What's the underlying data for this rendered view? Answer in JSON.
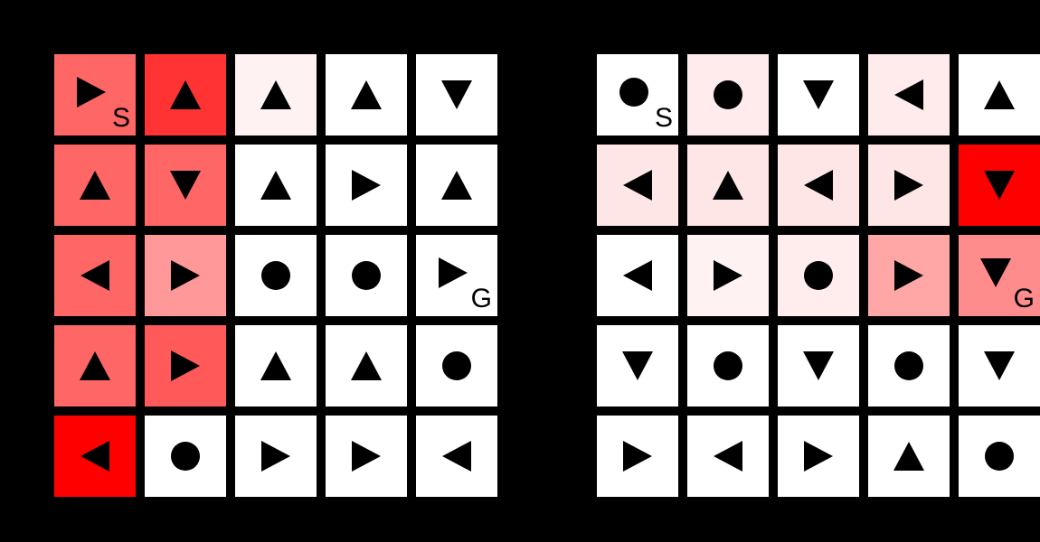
{
  "boards": [
    {
      "id": "left",
      "cells": [
        [
          {
            "action": "right",
            "value": 0.6,
            "label": "S"
          },
          {
            "action": "up",
            "value": 0.8
          },
          {
            "action": "up",
            "value": 0.05
          },
          {
            "action": "up",
            "value": 0
          },
          {
            "action": "down",
            "value": 0
          }
        ],
        [
          {
            "action": "up",
            "value": 0.6
          },
          {
            "action": "down",
            "value": 0.6
          },
          {
            "action": "up",
            "value": 0
          },
          {
            "action": "right",
            "value": 0
          },
          {
            "action": "up",
            "value": 0
          }
        ],
        [
          {
            "action": "left",
            "value": 0.6
          },
          {
            "action": "right",
            "value": 0.4
          },
          {
            "action": "stay",
            "value": 0
          },
          {
            "action": "stay",
            "value": 0
          },
          {
            "action": "right",
            "value": 0,
            "label": "G"
          }
        ],
        [
          {
            "action": "up",
            "value": 0.6
          },
          {
            "action": "right",
            "value": 0.65
          },
          {
            "action": "up",
            "value": 0
          },
          {
            "action": "up",
            "value": 0
          },
          {
            "action": "stay",
            "value": 0
          }
        ],
        [
          {
            "action": "left",
            "value": 1.0
          },
          {
            "action": "stay",
            "value": 0
          },
          {
            "action": "right",
            "value": 0
          },
          {
            "action": "right",
            "value": 0
          },
          {
            "action": "left",
            "value": 0
          }
        ]
      ]
    },
    {
      "id": "right",
      "cells": [
        [
          {
            "action": "stay",
            "value": 0,
            "label": "S"
          },
          {
            "action": "stay",
            "value": 0.08
          },
          {
            "action": "down",
            "value": 0
          },
          {
            "action": "left",
            "value": 0.08
          },
          {
            "action": "up",
            "value": 0
          }
        ],
        [
          {
            "action": "left",
            "value": 0.1
          },
          {
            "action": "up",
            "value": 0.1
          },
          {
            "action": "left",
            "value": 0.1
          },
          {
            "action": "right",
            "value": 0.1
          },
          {
            "action": "down",
            "value": 1.0
          }
        ],
        [
          {
            "action": "left",
            "value": 0
          },
          {
            "action": "right",
            "value": 0.05
          },
          {
            "action": "stay",
            "value": 0.07
          },
          {
            "action": "right",
            "value": 0.35
          },
          {
            "action": "down",
            "value": 0.45,
            "label": "G"
          }
        ],
        [
          {
            "action": "down",
            "value": 0
          },
          {
            "action": "stay",
            "value": 0
          },
          {
            "action": "down",
            "value": 0
          },
          {
            "action": "stay",
            "value": 0
          },
          {
            "action": "down",
            "value": 0
          }
        ],
        [
          {
            "action": "right",
            "value": 0
          },
          {
            "action": "left",
            "value": 0
          },
          {
            "action": "right",
            "value": 0
          },
          {
            "action": "up",
            "value": 0
          },
          {
            "action": "stay",
            "value": 0
          }
        ]
      ]
    }
  ],
  "colors": {
    "background": "#000000",
    "empty_cell": "#ffffff",
    "max_heat": "#ff0000",
    "glyph": "#000000"
  },
  "icons": {
    "up": "arrow-up-icon",
    "down": "arrow-down-icon",
    "left": "arrow-left-icon",
    "right": "arrow-right-icon",
    "stay": "stay-dot-icon"
  }
}
